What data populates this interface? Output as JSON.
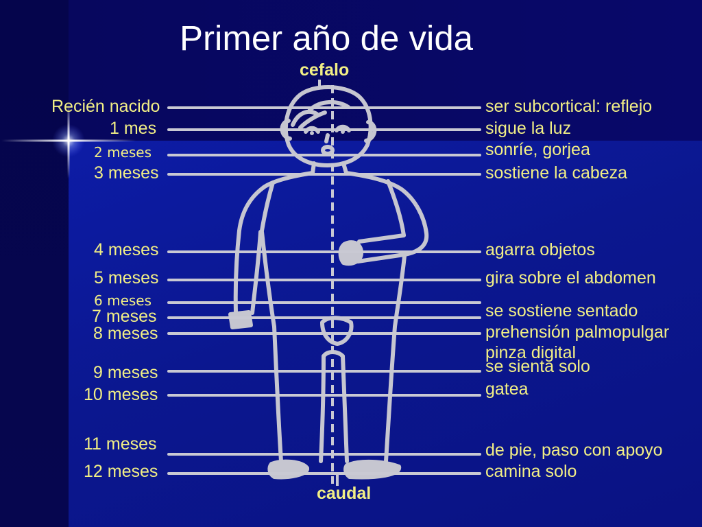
{
  "slide": {
    "title": "Primer año de vida",
    "axis_top": "cefalo",
    "axis_bottom": "caudal"
  },
  "ages": [
    "Recién nacido",
    "1 mes",
    "2 meses",
    "3 meses",
    "4 meses",
    "5 meses",
    "6 meses",
    "7 meses",
    "8 meses",
    "9 meses",
    "10 meses",
    "11 meses",
    "12 meses"
  ],
  "milestones": [
    "ser subcortical: reflejo",
    "sigue la luz",
    "sonríe, gorjea",
    "sostiene la cabeza",
    "agarra objetos",
    "gira sobre el abdomen",
    "se sostiene sentado",
    "prehensión palmopulgar",
    "pinza digital",
    "se sienta solo",
    "gatea",
    "de pie, paso con apoyo",
    "camina solo"
  ],
  "icons": {
    "figure": "child-outline-drawing",
    "decoration": "sparkle-icon"
  },
  "colors": {
    "background": "#0b178f",
    "label_text": "#f2ef85",
    "title_text": "#ffffff",
    "lines": "#c9c9d3"
  }
}
